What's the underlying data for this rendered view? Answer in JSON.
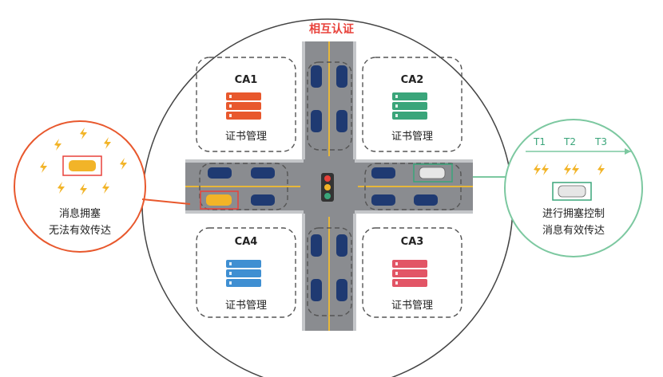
{
  "title": "相互认证",
  "ca_nodes": [
    {
      "label": "CA1",
      "sub": "证书管理",
      "color": "#e8582d"
    },
    {
      "label": "CA2",
      "sub": "证书管理",
      "color": "#3aa57a"
    },
    {
      "label": "CA3",
      "sub": "证书管理",
      "color": "#e25566"
    },
    {
      "label": "CA4",
      "sub": "证书管理",
      "color": "#3f8fd2"
    }
  ],
  "left_callout": {
    "line1": "消息拥塞",
    "line2": "无法有效传达",
    "color": "#e8582d"
  },
  "right_callout": {
    "line1": "进行拥塞控制",
    "line2": "消息有效传达",
    "color": "#7cc8a0"
  },
  "timeline": [
    "T1",
    "T2",
    "T3"
  ],
  "icons": {
    "server": "server-icon",
    "lightning": "lightning-icon",
    "traffic_light": "traffic-light-icon",
    "car": "car-icon"
  },
  "colors": {
    "road": "#8a8c90",
    "road_edge": "#b8babd",
    "lane_line": "#e7b73a",
    "car_blue": "#1f3a72",
    "car_yellow": "#f2b428",
    "lightning": "#f2b428"
  }
}
